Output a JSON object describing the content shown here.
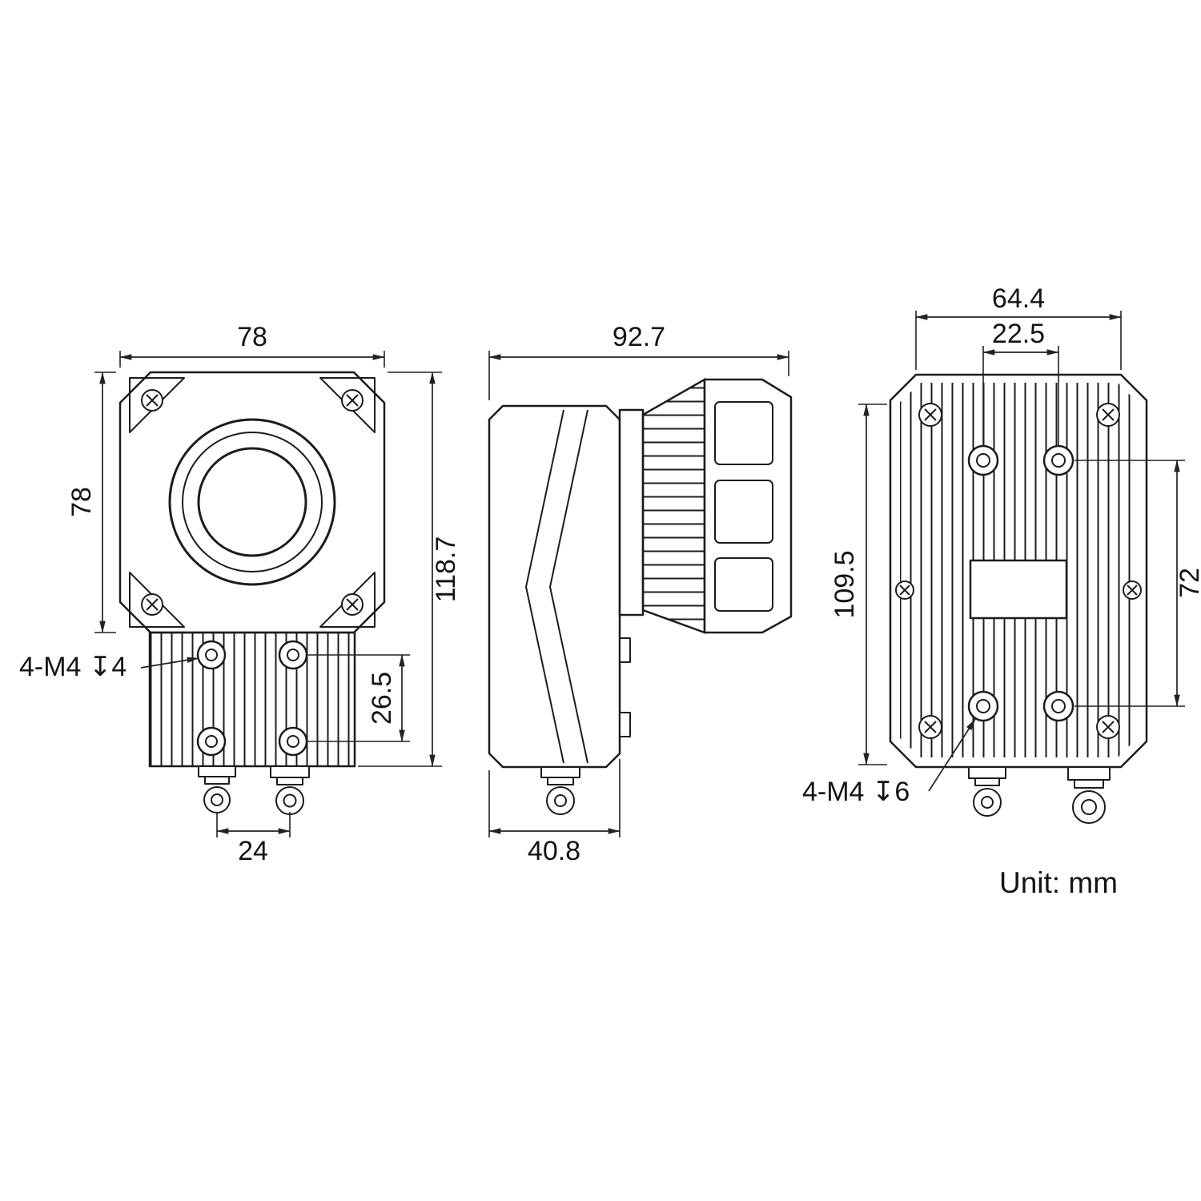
{
  "drawing": {
    "unit_label": "Unit: mm",
    "front_view": {
      "width": "78",
      "height": "78",
      "total_height": "118.7",
      "mount_note": "4-M4 ↧4",
      "hole_spacing_vertical": "26.5",
      "connector_spacing": "24"
    },
    "side_view": {
      "total_depth": "92.7",
      "body_depth": "40.8"
    },
    "rear_view": {
      "width": "64.4",
      "hole_spacing_horizontal": "22.5",
      "height": "109.5",
      "hole_spacing_vertical": "72",
      "mount_note": "4-M4 ↧6"
    }
  }
}
